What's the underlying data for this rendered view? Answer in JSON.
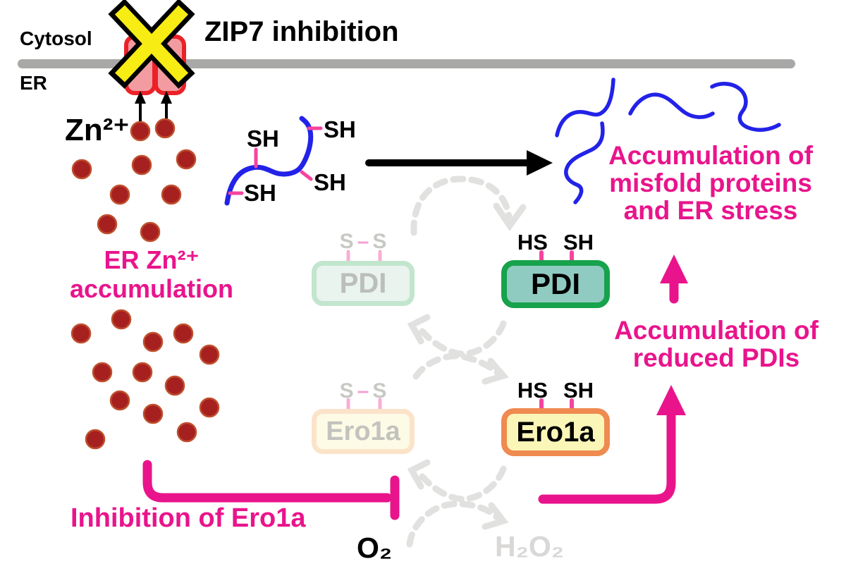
{
  "labels": {
    "cytosol": "Cytosol",
    "er": "ER",
    "zip7_inhibition": "ZIP7 inhibition",
    "zn_ion": "Zn²⁺",
    "er_zn_accumulation": [
      "ER Zn²⁺",
      "accumulation"
    ],
    "sh": "SH",
    "misfold_accumulation": [
      "Accumulation of",
      "misfold proteins",
      "and ER stress"
    ],
    "reduced_pdi_accumulation": [
      "Accumulation of",
      "reduced PDIs"
    ],
    "inhibition_of_ero1a": "Inhibition of Ero1a",
    "o2": "O₂",
    "h2o2": "H₂O₂"
  },
  "proteins": {
    "pdi_oxidized": {
      "name": "PDI",
      "left": "S",
      "bond": "–",
      "right": "S",
      "state": "oxidized-faded"
    },
    "pdi_reduced": {
      "name": "PDI",
      "left": "HS",
      "right": "SH",
      "state": "reduced-active"
    },
    "ero1a_oxidized": {
      "name": "Ero1a",
      "left": "S",
      "bond": "–",
      "right": "S",
      "state": "oxidized-faded"
    },
    "ero1a_reduced": {
      "name": "Ero1a",
      "left": "HS",
      "right": "SH",
      "state": "reduced-active"
    }
  },
  "colors": {
    "magenta": "#E9148C",
    "protein_blue": "#2222E8",
    "zinc_dot_red": "#A62020",
    "transporter_red": "#EB2128",
    "transporter_pink_fill": "#F29CA1",
    "block_x_yellow": "#F7EC13",
    "membrane_gray": "#A8A8A7",
    "faded_cycle_gray": "#E1E1E0",
    "pdi_green_border": "#17A24C",
    "pdi_teal_fill": "#90CBC1",
    "ero1a_orange_border": "#EF8A50",
    "ero1a_yellow_fill": "#FAF6B7",
    "thiol_tick_pink": "#F5449F"
  }
}
